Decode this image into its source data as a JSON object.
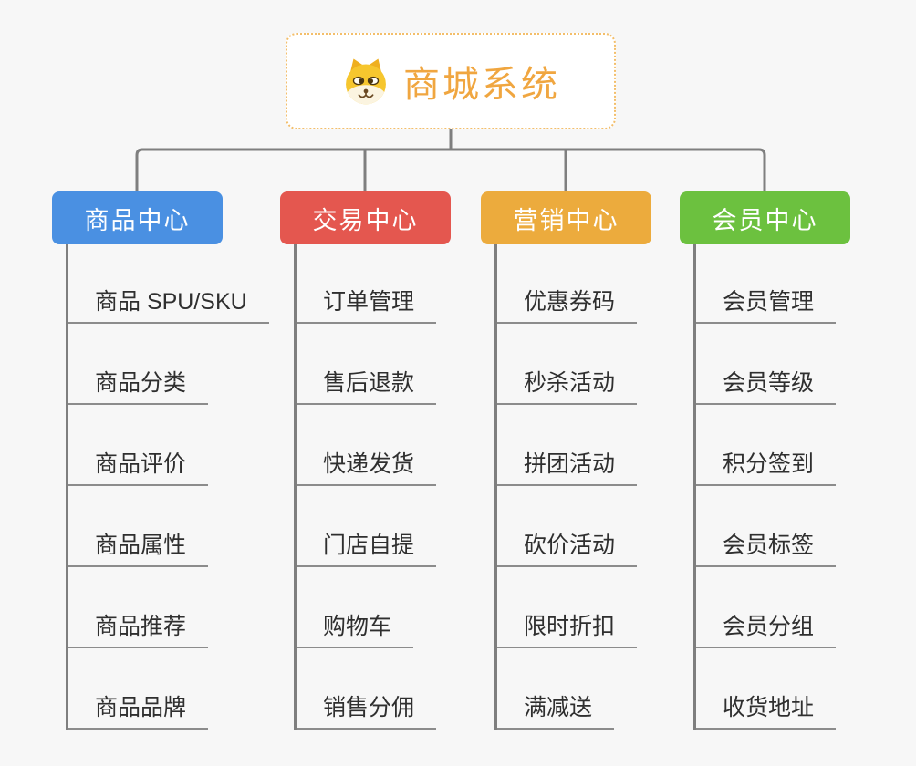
{
  "root": {
    "title": "商城系统",
    "icon": "dog-face-icon",
    "text_color": "#F0A640",
    "border_color": "#F3BE6A"
  },
  "connector_color": "#7F7F7F",
  "branches": [
    {
      "label": "商品中心",
      "color": "#4A90E2",
      "children": [
        "商品 SPU/SKU",
        "商品分类",
        "商品评价",
        "商品属性",
        "商品推荐",
        "商品品牌"
      ]
    },
    {
      "label": "交易中心",
      "color": "#E4574F",
      "children": [
        "订单管理",
        "售后退款",
        "快递发货",
        "门店自提",
        "购物车",
        "销售分佣"
      ]
    },
    {
      "label": "营销中心",
      "color": "#ECAB3D",
      "children": [
        "优惠券码",
        "秒杀活动",
        "拼团活动",
        "砍价活动",
        "限时折扣",
        "满减送"
      ]
    },
    {
      "label": "会员中心",
      "color": "#6CC13F",
      "children": [
        "会员管理",
        "会员等级",
        "积分签到",
        "会员标签",
        "会员分组",
        "收货地址"
      ]
    }
  ]
}
